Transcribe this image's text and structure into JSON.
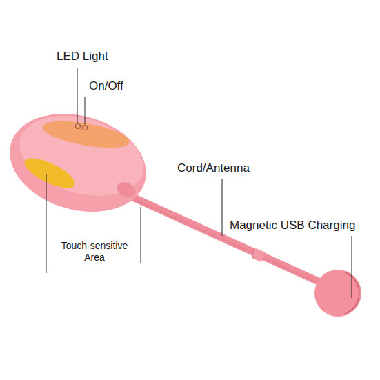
{
  "diagram": {
    "labels": [
      "LED Light",
      "On/Off",
      "Cord/Antenna",
      "Magnetic USB Charging",
      "Touch-sensitive Area"
    ]
  }
}
